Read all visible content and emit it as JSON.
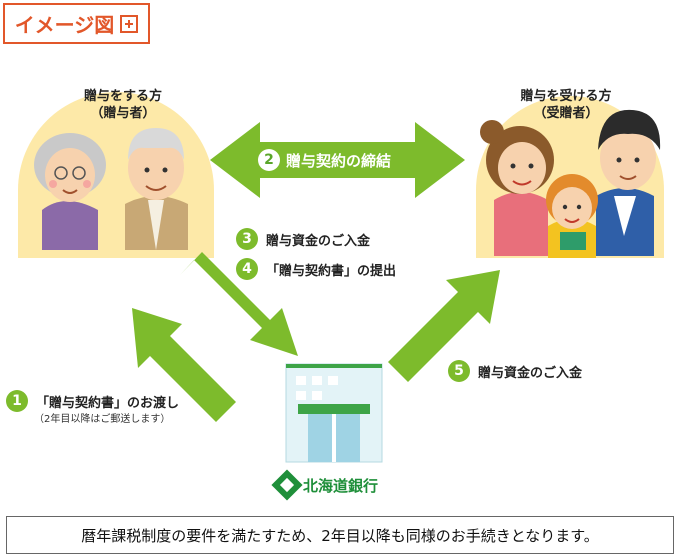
{
  "badge": {
    "label": "イメージ図"
  },
  "giver": {
    "title": "贈与をする方",
    "role": "（贈与者）"
  },
  "receiver": {
    "title": "贈与を受ける方",
    "role": "（受贈者）"
  },
  "steps": [
    {
      "num": "1",
      "label": "「贈与契約書」のお渡し",
      "sub": "（2年目以降はご郵送します）"
    },
    {
      "num": "2",
      "label": "贈与契約の締結"
    },
    {
      "num": "3",
      "label": "贈与資金のご入金"
    },
    {
      "num": "4",
      "label": "「贈与契約書」の提出"
    },
    {
      "num": "5",
      "label": "贈与資金のご入金"
    }
  ],
  "bank": {
    "name": "北海道銀行"
  },
  "note": "暦年課税制度の要件を満たすため、2年目以降も同様のお手続きとなります。",
  "colors": {
    "arrow_green": "#7dbb2c",
    "accent": "#e2572a",
    "bank_green": "#1f8f3a",
    "backdrop": "#fde9a8"
  }
}
